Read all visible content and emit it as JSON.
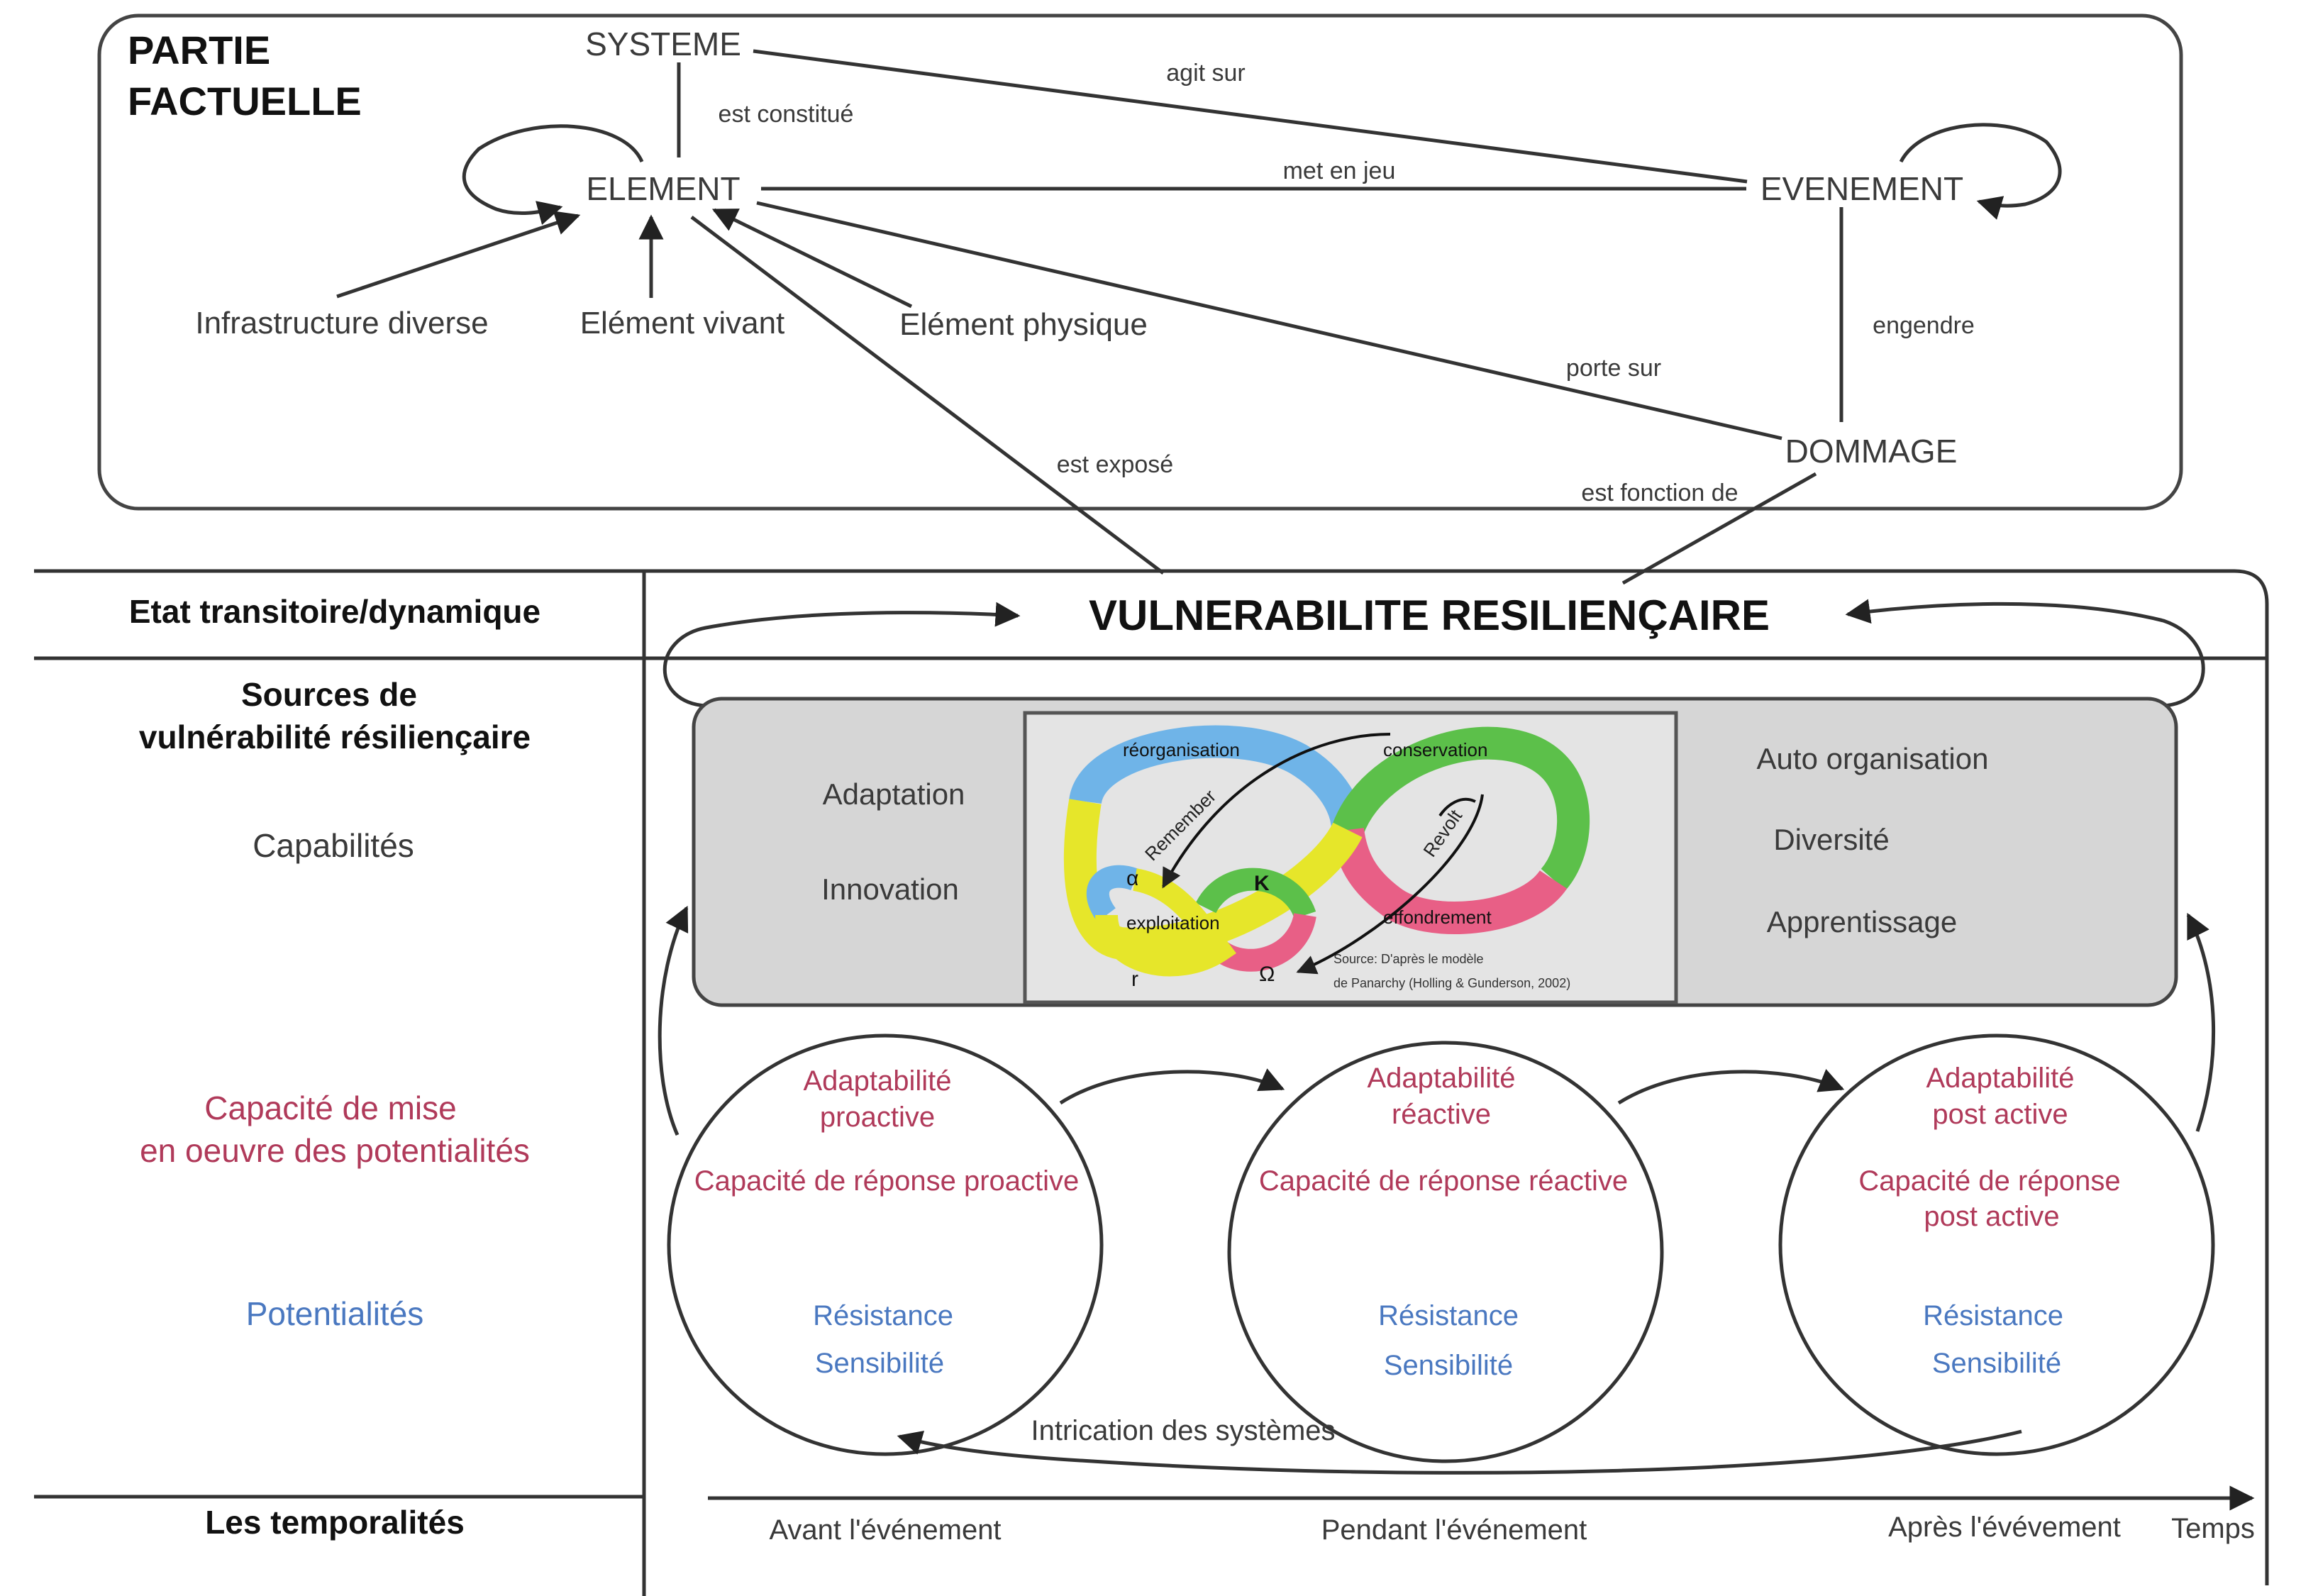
{
  "colors": {
    "line": "#333333",
    "text": "#3a3a3a",
    "capacity_red": "#b03a5a",
    "potential_blue": "#4a78c0",
    "capabilities_box": "#d9d9d9",
    "panarchy_blue": "#6fb4e8",
    "panarchy_green": "#5cc04a",
    "panarchy_yellow": "#e6e62a",
    "panarchy_pink": "#e85f86"
  },
  "factual": {
    "title_line1": "PARTIE",
    "title_line2": "FACTUELLE",
    "nodes": {
      "systeme": "SYSTEME",
      "element": "ELEMENT",
      "evenement": "EVENEMENT",
      "dommage": "DOMMAGE",
      "infrastructure": "Infrastructure diverse",
      "vivant": "Elément vivant",
      "physique": "Elément physique"
    },
    "relations": {
      "agit_sur": "agit sur",
      "est_constitue": "est constitué",
      "met_en_jeu": "met en jeu",
      "engendre": "engendre",
      "porte_sur": "porte sur",
      "est_expose": "est exposé",
      "est_fonction_de": "est fonction de"
    }
  },
  "rows": {
    "etat": "Etat transitoire/dynamique",
    "sources_line1": "Sources de",
    "sources_line2": "vulnérabilité résiliençaire",
    "capabilites": "Capabilités",
    "capacite_line1": "Capacité de mise",
    "capacite_line2": "en oeuvre des potentialités",
    "potentialites": "Potentialités",
    "temporalites": "Les temporalités"
  },
  "main_title": "VULNERABILITE RESILIENÇAIRE",
  "capabilities": {
    "left": [
      "Adaptation",
      "Innovation"
    ],
    "right": [
      "Auto organisation",
      "Diversité",
      "Apprentissage"
    ]
  },
  "panarchy": {
    "reorganisation": "réorganisation",
    "conservation": "conservation",
    "exploitation": "exploitation",
    "effondrement": "effondrement",
    "remember": "Remember",
    "revolt": "Revolt",
    "alpha": "α",
    "k": "K",
    "r": "r",
    "omega": "Ω",
    "source_line1": "Source: D'après le modèle",
    "source_line2": "de Panarchy (Holling & Gunderson, 2002)"
  },
  "circles": [
    {
      "adapt_line1": "Adaptabilité",
      "adapt_line2": "proactive",
      "response_line1": "Capacité de réponse proactive",
      "response_line2": "",
      "resistance": "Résistance",
      "sensibilite": "Sensibilité"
    },
    {
      "adapt_line1": "Adaptabilité",
      "adapt_line2": "réactive",
      "response_line1": "Capacité de réponse réactive",
      "response_line2": "",
      "resistance": "Résistance",
      "sensibilite": "Sensibilité"
    },
    {
      "adapt_line1": "Adaptabilité",
      "adapt_line2": "post active",
      "response_line1": "Capacité de réponse",
      "response_line2": "post active",
      "resistance": "Résistance",
      "sensibilite": "Sensibilité"
    }
  ],
  "intrication": "Intrication des systèmes",
  "timeline": {
    "avant": "Avant l'événement",
    "pendant": "Pendant l'événement",
    "apres": "Après l'évévement",
    "temps": "Temps"
  }
}
